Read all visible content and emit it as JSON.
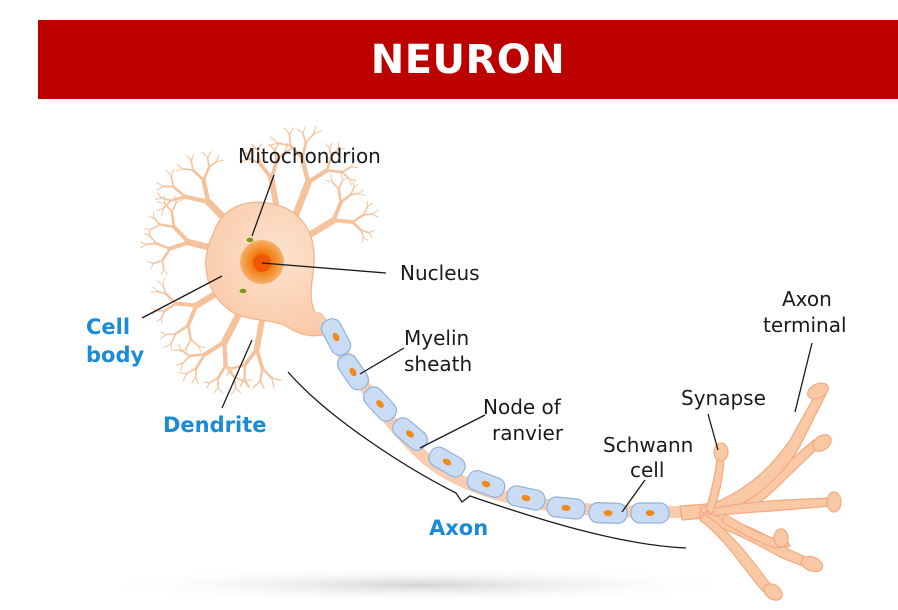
{
  "title": "NEURON",
  "colors": {
    "banner": "#bc0000",
    "title_text": "#ffffff",
    "label_black": "#1a1a1a",
    "label_blue": "#1b8bd8",
    "cell": "#fbd3b4",
    "cell_outline": "#f2aa80",
    "myelin": "#c9dcf3",
    "myelin_outline": "#8fb2de",
    "node": "#f08a1c"
  },
  "labels": {
    "mitochondrion": "Mitochondrion",
    "nucleus": "Nucleus",
    "cell_body_line1": "Cell",
    "cell_body_line2": "body",
    "myelin_line1": "Myelin",
    "myelin_line2": "sheath",
    "axon_terminal_line1": "Axon",
    "axon_terminal_line2": "terminal",
    "synapse": "Synapse",
    "node_line1": "Node of",
    "node_line2": "ranvier",
    "schwann_line1": "Schwann",
    "schwann_line2": "cell",
    "dendrite": "Dendrite",
    "axon": "Axon"
  }
}
